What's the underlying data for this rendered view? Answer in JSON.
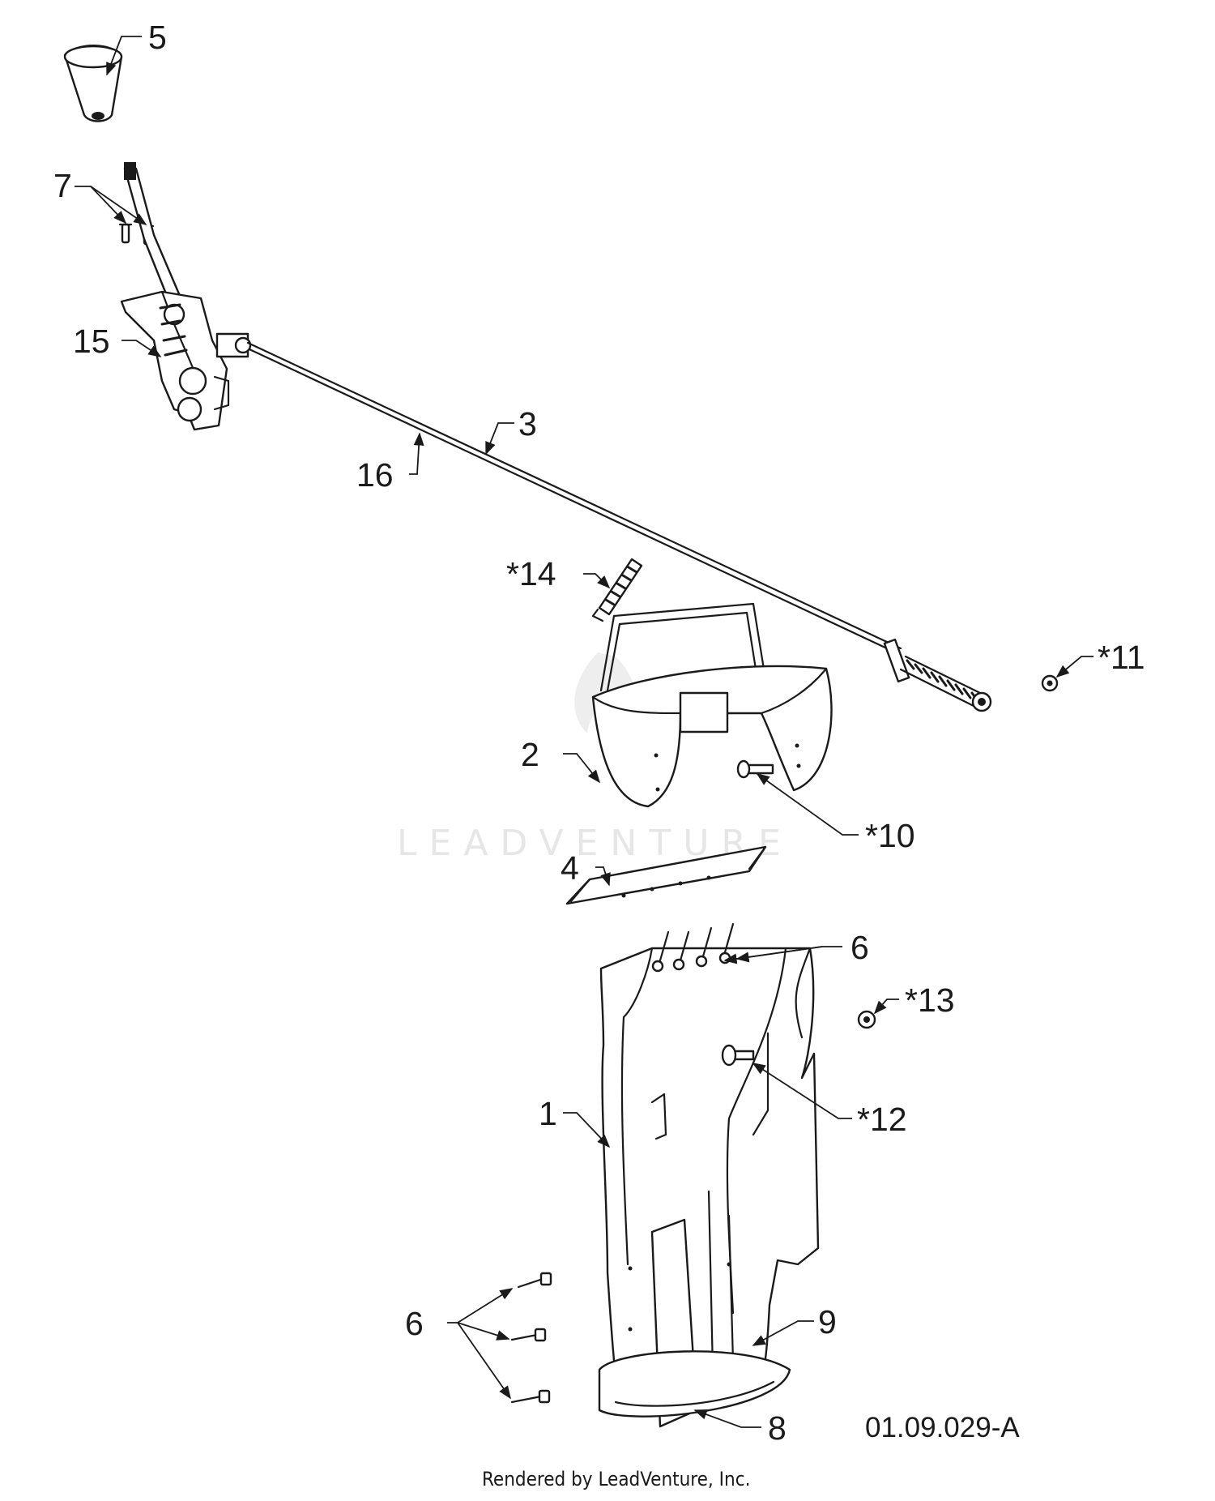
{
  "diagram": {
    "watermark": "LEADVENTURE",
    "figure_code": "01.09.029-A",
    "footer": "Rendered by LeadVenture, Inc.",
    "callouts": {
      "c1": "1",
      "c2": "2",
      "c3": "3",
      "c4": "4",
      "c5": "5",
      "c6_top": "6",
      "c6_bottom": "6",
      "c7": "7",
      "c8": "8",
      "c9": "9",
      "c10": "*10",
      "c11": "*11",
      "c12": "*12",
      "c13": "*13",
      "c14": "*14",
      "c15": "15",
      "c16": "16"
    }
  }
}
